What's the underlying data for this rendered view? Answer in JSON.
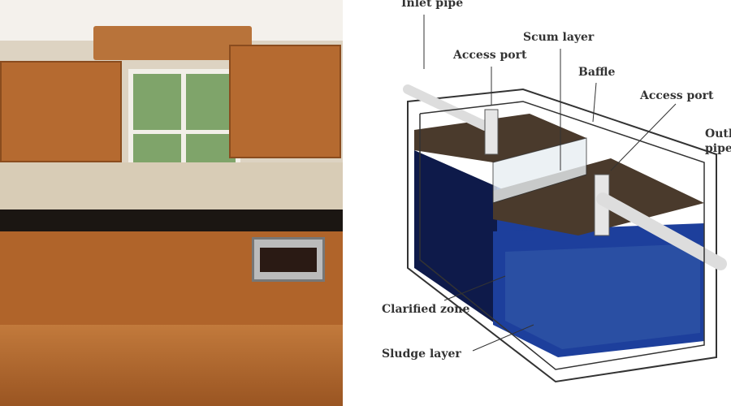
{
  "diagram": {
    "labels": {
      "inlet_pipe": "Inlet pipe",
      "scum_layer": "Scum layer",
      "access_port_1": "Access port",
      "baffle": "Baffle",
      "access_port_2": "Access port",
      "outlet_pipe_line1": "Outl",
      "outlet_pipe_line2": "pipe",
      "clarified_zone": "Clarified zone",
      "sludge_layer": "Sludge layer"
    },
    "colors": {
      "water": "#1d3f9c",
      "scum": "#4a3a2c",
      "sludge": "#0e1a4a"
    }
  }
}
